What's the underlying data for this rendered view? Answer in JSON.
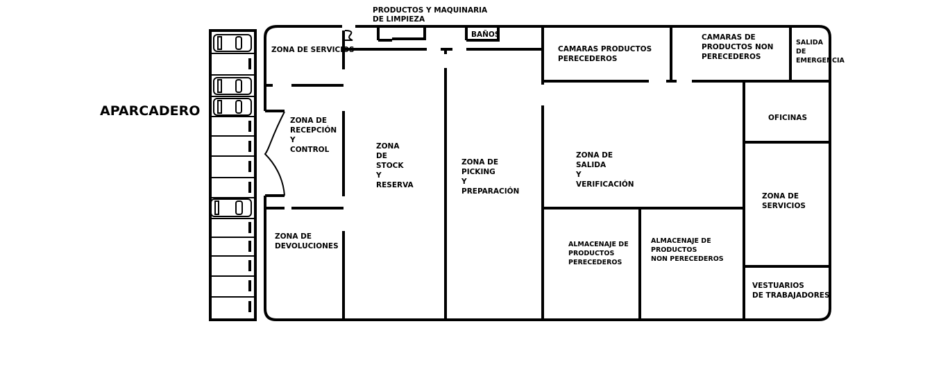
{
  "title": "APARCADERO",
  "labels": {
    "limpieza": [
      "PRODUCTOS Y MAQUINARIA",
      "DE LIMPIEZA"
    ],
    "banos": [
      "BAÑOS"
    ],
    "servicios_top": [
      "ZONA DE SERVICIOS"
    ],
    "camaras_perecederos": [
      "CAMARAS PRODUCTOS",
      "PERECEDEROS"
    ],
    "camaras_non": [
      "CAMARAS DE",
      "PRODUCTOS NON",
      "PERECEDEROS"
    ],
    "salida_emergencia": [
      "SALIDA",
      "DE",
      "EMERGENCIA"
    ],
    "recepcion": [
      "ZONA DE",
      "RECEPCIÓN",
      "Y",
      "CONTROL"
    ],
    "stock": [
      "ZONA",
      "DE",
      "STOCK",
      "Y",
      "RESERVA"
    ],
    "picking": [
      "ZONA DE",
      "PICKING",
      "Y",
      "PREPARACIÓN"
    ],
    "salida": [
      "ZONA DE",
      " SALIDA",
      "Y",
      "VERIFICACIÓN"
    ],
    "oficinas": [
      "OFICINAS"
    ],
    "servicios_right": [
      "ZONA DE",
      "SERVICIOS"
    ],
    "devoluciones": [
      "ZONA DE",
      "DEVOLUCIONES"
    ],
    "almacenaje_perecederos": [
      "ALMACENAJE DE",
      "PRODUCTOS",
      "PERECEDEROS"
    ],
    "almacenaje_non": [
      "ALMACENAJE DE",
      "PRODUCTOS",
      "NON PERECEDEROS"
    ],
    "vestuarios": [
      "VESTUARIOS",
      "DE TRABAJADORES"
    ]
  }
}
